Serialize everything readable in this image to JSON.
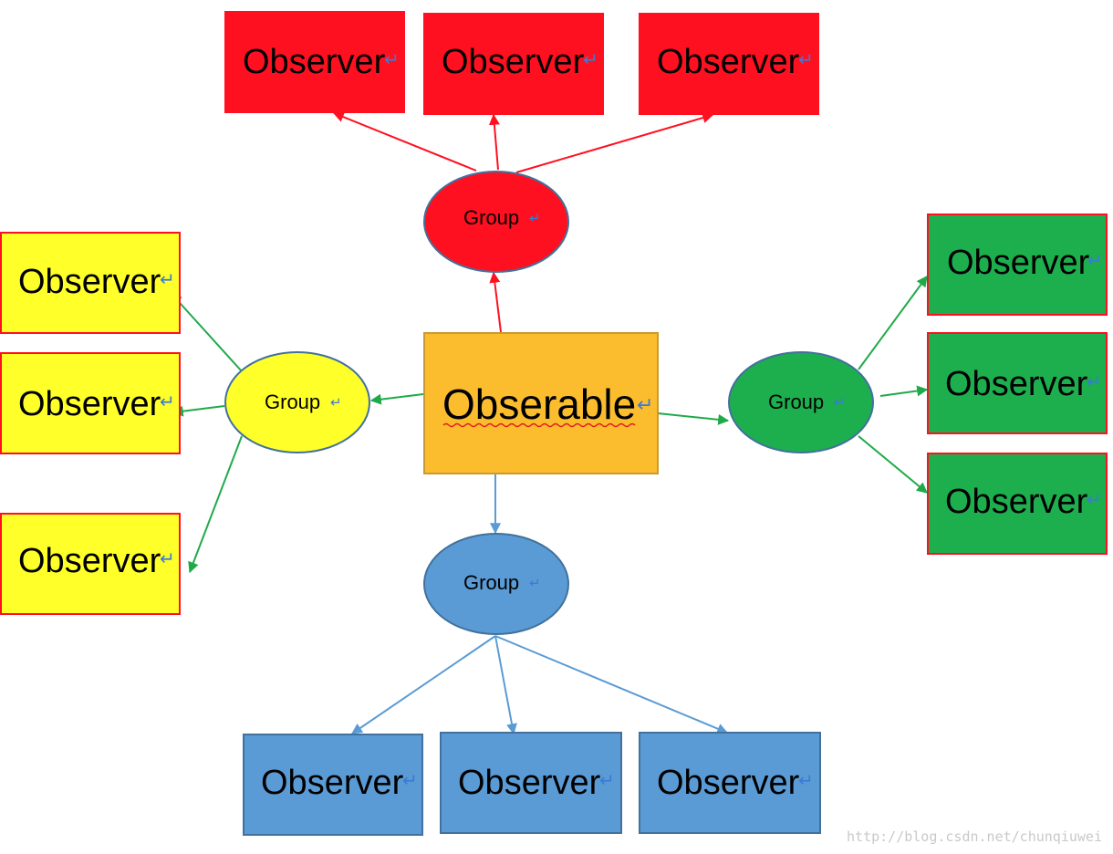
{
  "center": {
    "label": "Obserable",
    "fill": "#FBBC2E",
    "stroke": "#C99A2E"
  },
  "paragraph_mark": "↵",
  "groups": {
    "red": {
      "label": "Group",
      "fill": "#FF1020",
      "stroke": "#41719C",
      "line": "#FF1020"
    },
    "yellow": {
      "label": "Group",
      "fill": "#FFFF2A",
      "stroke": "#41719C",
      "line": "#1FAA4A"
    },
    "green": {
      "label": "Group",
      "fill": "#1DAE4E",
      "stroke": "#41719C",
      "line": "#1FAA4A"
    },
    "blue": {
      "label": "Group",
      "fill": "#5B9BD5",
      "stroke": "#41719C",
      "line": "#5B9BD5"
    }
  },
  "observers": {
    "red": {
      "label": "Observer",
      "fill": "#FF1020",
      "stroke": "#FF1020",
      "count": 3
    },
    "yellow": {
      "label": "Observer",
      "fill": "#FFFF2A",
      "stroke": "#FF1020",
      "count": 3
    },
    "green": {
      "label": "Observer",
      "fill": "#1DAE4E",
      "stroke": "#FF1020",
      "count": 3
    },
    "blue": {
      "label": "Observer",
      "fill": "#5B9BD5",
      "stroke": "#41719C",
      "count": 3
    }
  },
  "watermark": "http://blog.csdn.net/chunqiuwei"
}
